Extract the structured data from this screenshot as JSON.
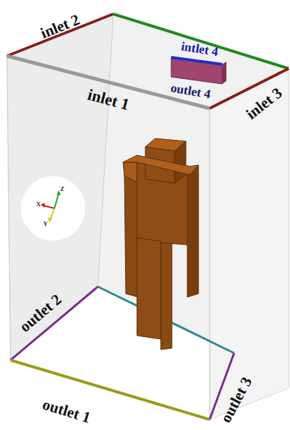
{
  "diagram": {
    "labels": [
      "inlet 2",
      "inlet 1",
      "intlet 4",
      "outlet 4",
      "inlet 3",
      "Z",
      "X",
      "Y",
      "outlet 2",
      "outlet 1",
      "outlet 3"
    ]
  }
}
